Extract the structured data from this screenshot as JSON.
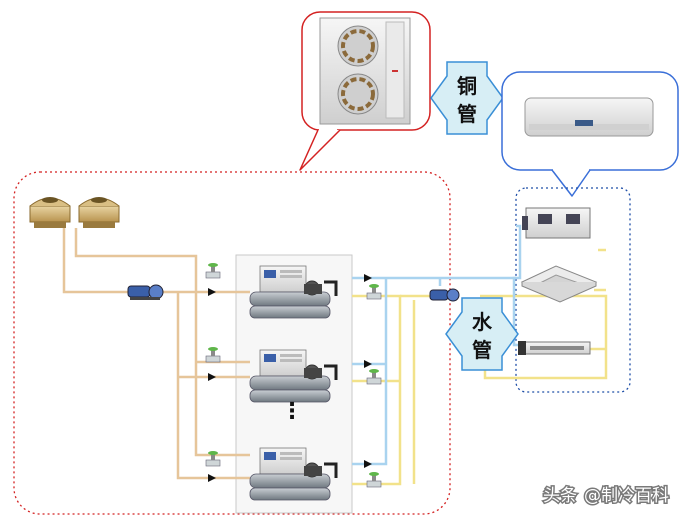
{
  "labels": {
    "copper_pipe": [
      "铜",
      "管"
    ],
    "water_pipe": [
      "水",
      "管"
    ],
    "ellipsis": "⋮"
  },
  "watermark": {
    "prefix": "头条",
    "handle": "@制冷百科"
  },
  "colors": {
    "outline_red": "#d42222",
    "outline_blue": "#1f4fa8",
    "callout_blue": "#3a6fd8",
    "cooling_water_pipe": "#e6c59a",
    "chilled_water_pipe": "#f2e28a",
    "supply_pipe": "#a9d3ef",
    "arrow_fill": "#d7eef5",
    "arrow_stroke": "#3a8fd6",
    "panel_fill": "#f7f7f7"
  },
  "icons": [
    "outdoor-unit",
    "wall-indoor-unit",
    "cooling-tower",
    "water-pump",
    "chiller",
    "duct-unit",
    "cassette-unit",
    "fan-coil",
    "valve"
  ]
}
